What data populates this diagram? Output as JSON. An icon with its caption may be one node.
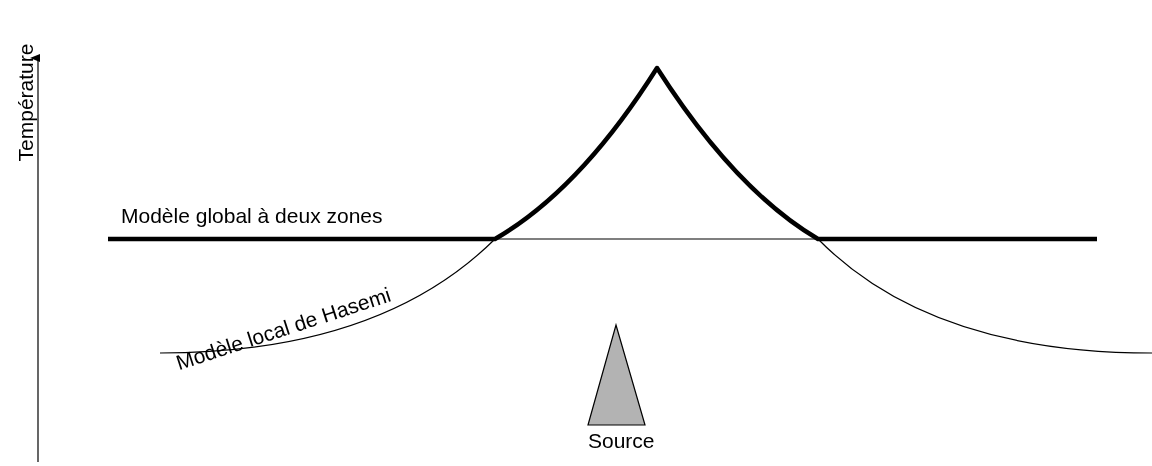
{
  "diagram": {
    "labels": [
      "Température",
      "Modèle global à deux zones",
      "Modèle local de Hasemi",
      "Source"
    ]
  }
}
